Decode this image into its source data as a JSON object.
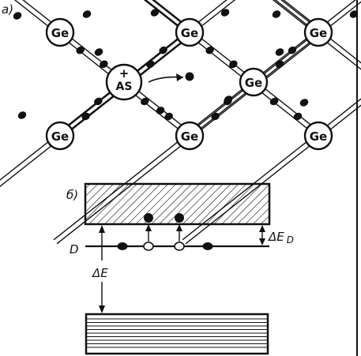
{
  "panel_a": {
    "label": "а)",
    "germanium_symbol": "Ge",
    "arsenic_symbol": "AS",
    "arsenic_charge": "+"
  },
  "panel_b": {
    "label": "б)",
    "donor_level_label": "D",
    "gap_label": "ΔE",
    "donor_gap_label": "ΔE",
    "donor_gap_subscript": "D"
  },
  "colors": {
    "ink": "#111111",
    "paper": "#ffffff"
  }
}
